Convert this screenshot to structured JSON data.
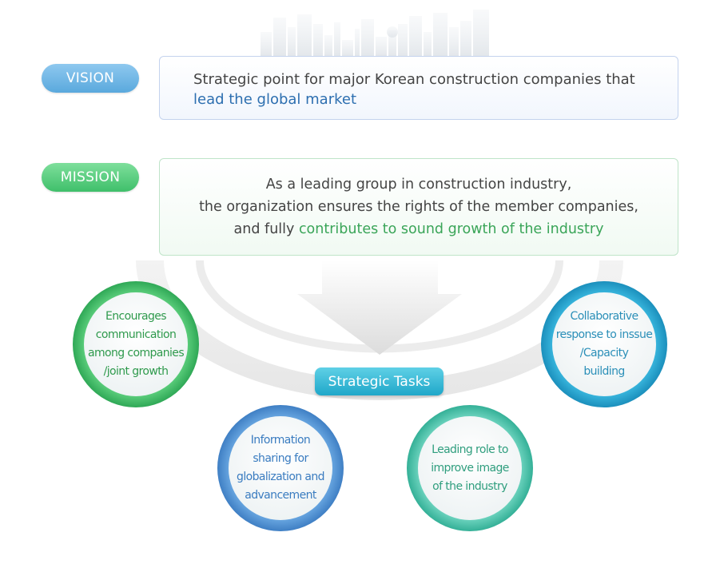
{
  "vision": {
    "label": "VISION",
    "text_before": "Strategic point for major Korean construction companies that",
    "text_highlight": "lead the global market"
  },
  "mission": {
    "label": "MISSION",
    "line1": "As a leading group in construction industry,",
    "line2": "the organization ensures the rights of the member companies,",
    "line3_before": "and fully ",
    "line3_highlight": "contributes to sound growth of the industry"
  },
  "strategic_tasks": {
    "label": "Strategic Tasks",
    "items": [
      {
        "lines": [
          "Encourages",
          "communication",
          "among companies",
          "/joint growth"
        ]
      },
      {
        "lines": [
          "Collaborative",
          "response to inssue",
          "/Capacity",
          "building"
        ]
      },
      {
        "lines": [
          "Information",
          "sharing for",
          "globalization and",
          "advancement"
        ]
      },
      {
        "lines": [
          "Leading role to",
          "improve image",
          "of the industry"
        ]
      }
    ]
  },
  "colors": {
    "vision_blue": "#5aa9dd",
    "mission_green": "#3fbf6a",
    "highlight_blue": "#2d6fb0",
    "highlight_green": "#3aa558",
    "tasks_cyan": "#1fa7c9"
  }
}
